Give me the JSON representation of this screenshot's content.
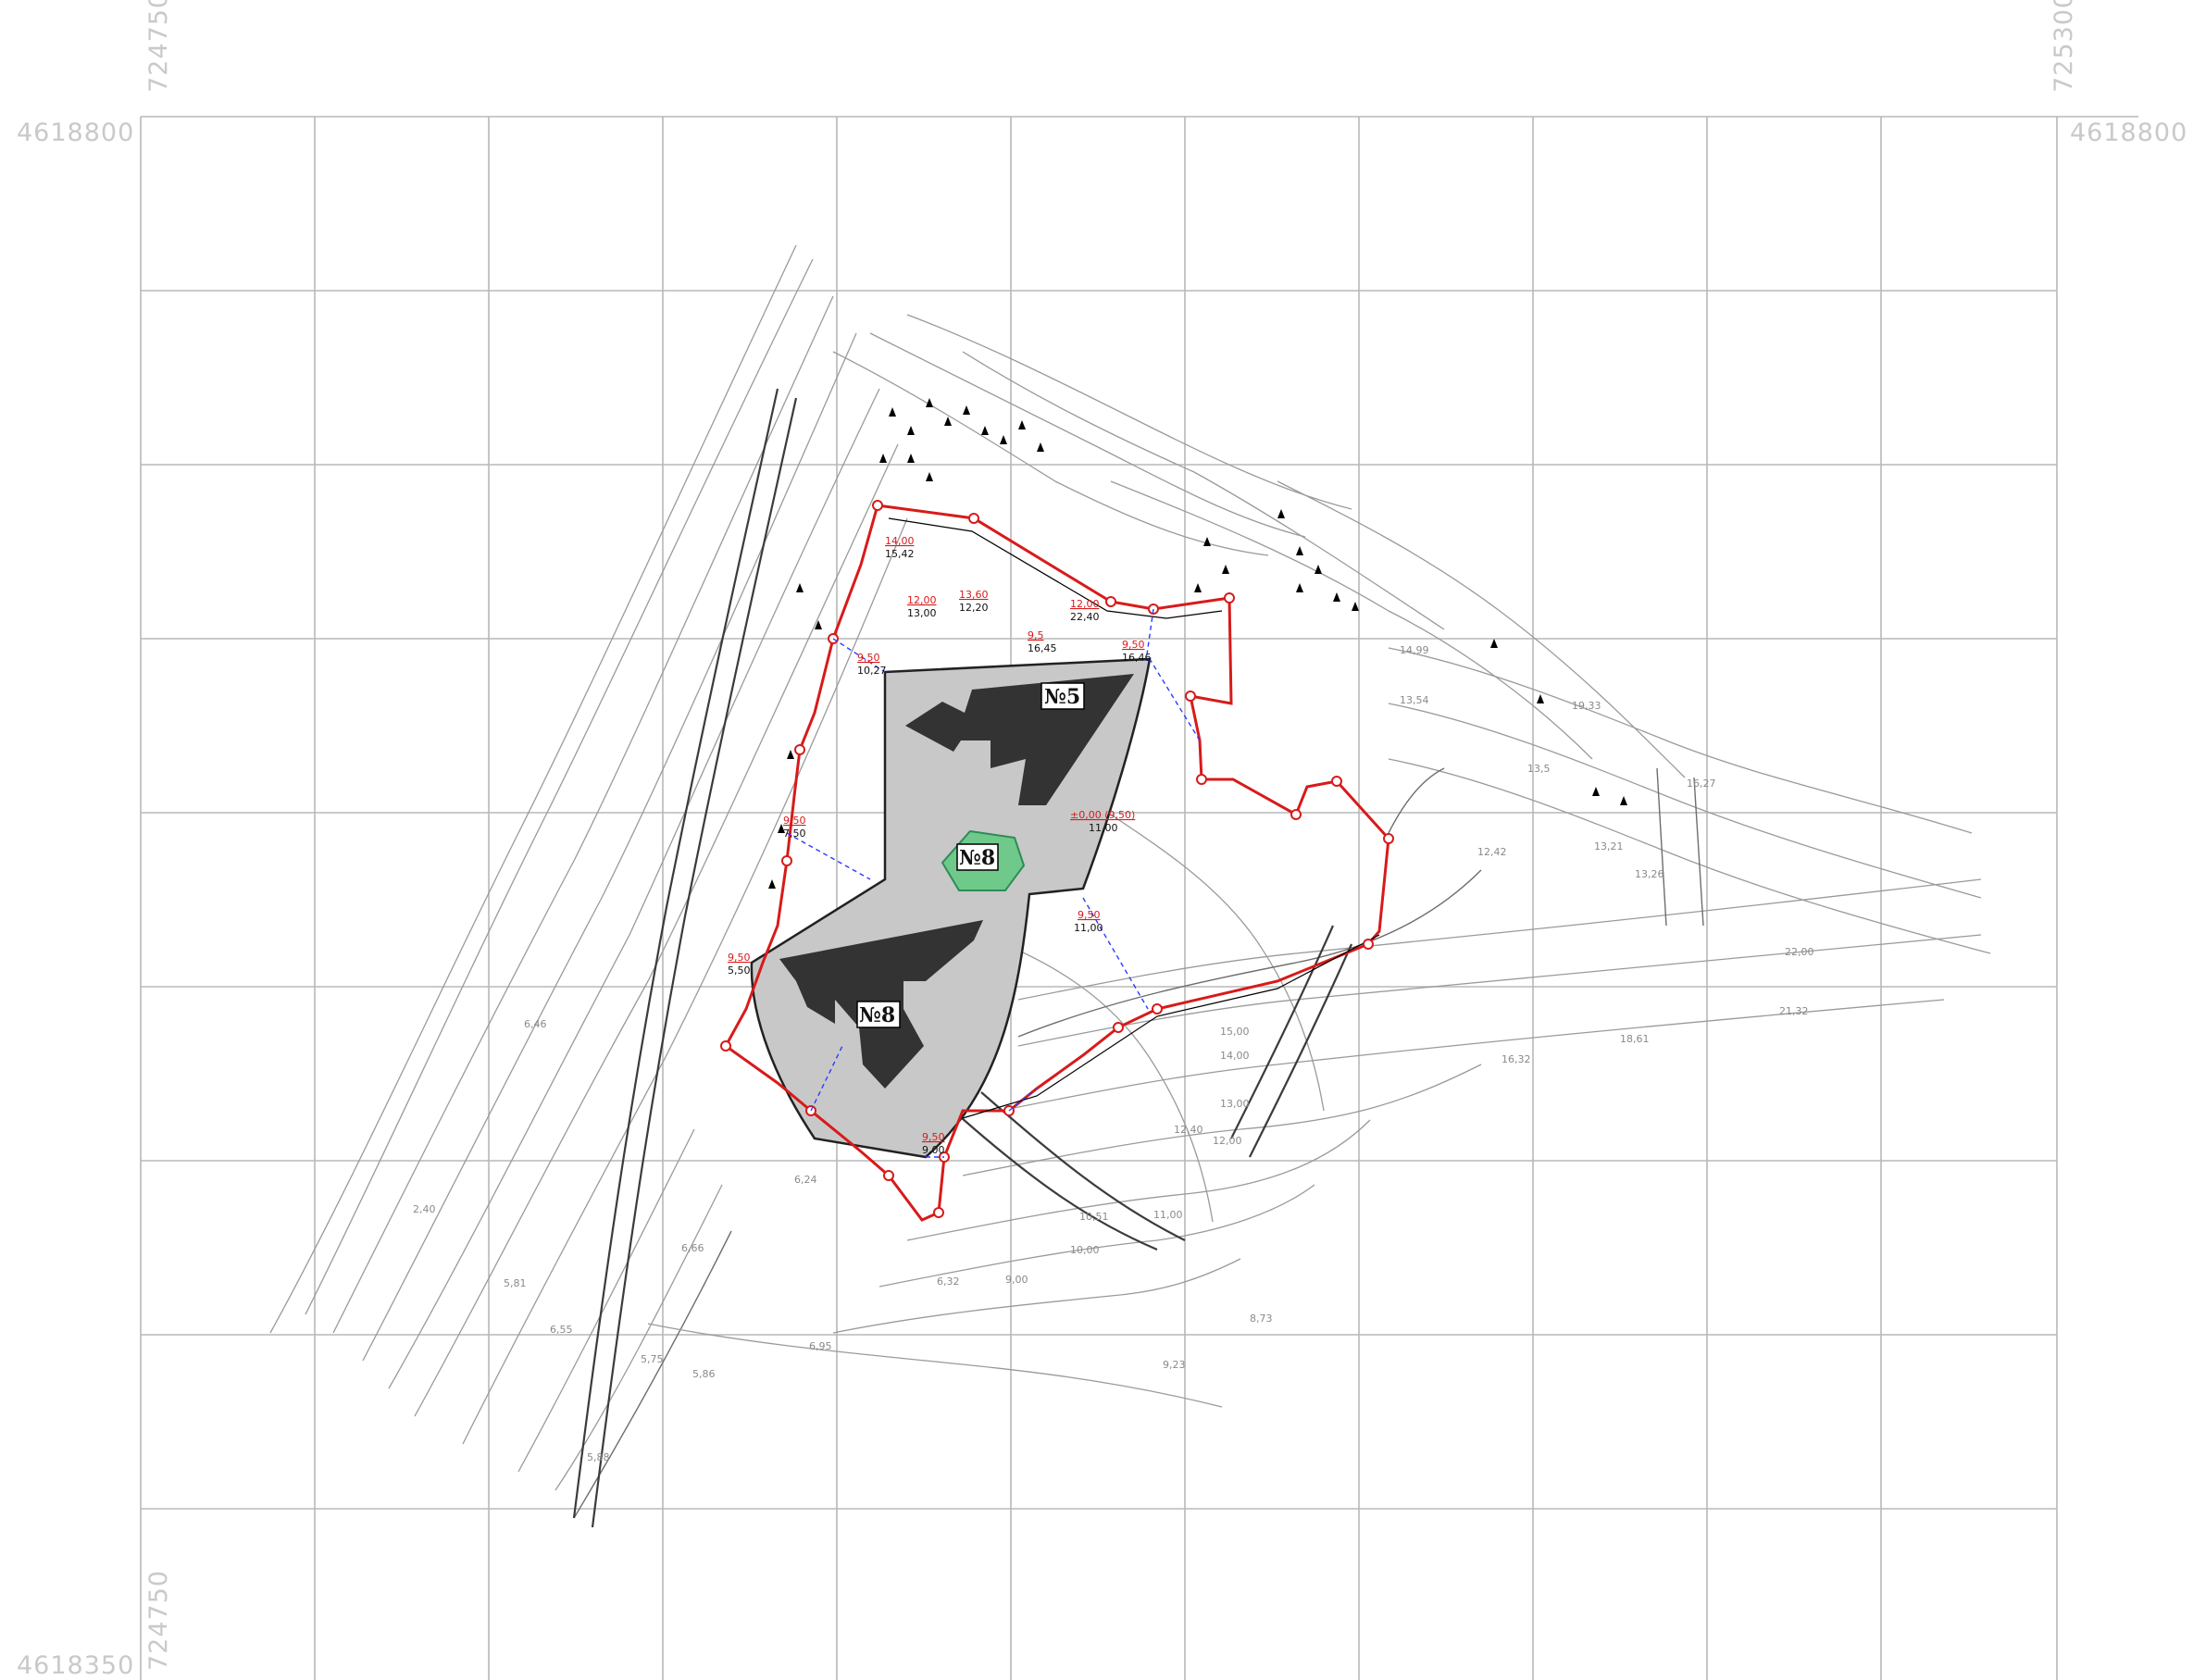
{
  "map": {
    "grid_coords": {
      "x_left": "724750",
      "x_right": "725300",
      "y_top": "4618800",
      "y_bottom": "4618350"
    },
    "colors": {
      "boundary": "#d81a1a",
      "courtyard": "#c8c8c8",
      "building": "#333333",
      "green_area": "#6fc98a",
      "dimension": "#2a3cff"
    },
    "buildings": [
      {
        "id": "north",
        "label": "№5"
      },
      {
        "id": "south",
        "label": "№8"
      },
      {
        "id": "center",
        "label": "№8"
      }
    ],
    "design_levels": [
      {
        "red": "14,00",
        "black": "15,42"
      },
      {
        "red": "12,00",
        "black": "13,00"
      },
      {
        "red": "13,60",
        "black": "12,20"
      },
      {
        "red": "9,5",
        "black": "16,45"
      },
      {
        "red": "12,00",
        "black": "22,40"
      },
      {
        "red": "9,50",
        "black": "16,46"
      },
      {
        "red": "9,50",
        "black": "10,27"
      },
      {
        "red": "9,50",
        "black": "7,50"
      },
      {
        "red": "±0,00 (9,50)",
        "black": "11,00"
      },
      {
        "red": "9,50",
        "black": "11,00"
      },
      {
        "red": "9,50",
        "black": "5,50"
      },
      {
        "red": "9,50",
        "black": "9,00"
      }
    ],
    "elevations": [
      "14,99",
      "13,54",
      "19,33",
      "13,5",
      "12,42",
      "13,21",
      "16,27",
      "13,26",
      "21,32",
      "18,61",
      "16,32",
      "6,46",
      "2,40",
      "5,81",
      "6,55",
      "5,75",
      "5,86",
      "5,88",
      "6,24",
      "6,66",
      "6,32",
      "6,95",
      "10,51",
      "12,40",
      "8,73",
      "9,23",
      "15,00",
      "14,00",
      "13,00",
      "12,00",
      "11,00",
      "10,00",
      "9,00",
      "22,00"
    ]
  }
}
